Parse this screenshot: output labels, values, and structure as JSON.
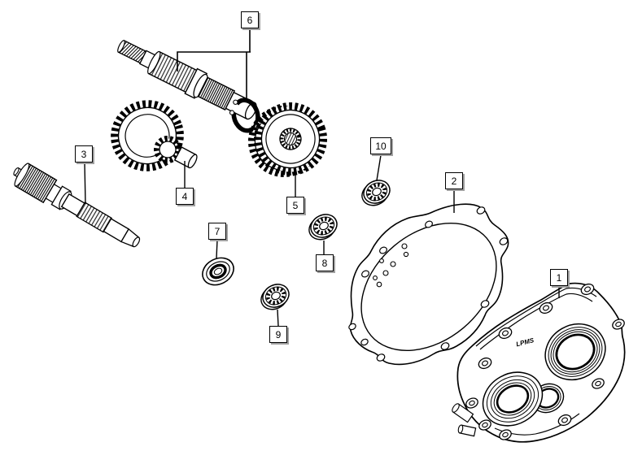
{
  "figure": {
    "type": "exploded-parts-diagram",
    "subject": "gearbox-transmission-case",
    "background_color": "#ffffff",
    "line_color": "#000000",
    "label_box": {
      "fill": "#ffffff",
      "border": "#000000",
      "shadow": "#a0a0a0",
      "text": "#000000"
    }
  },
  "cover": {
    "mark": "LPMS"
  },
  "callouts": [
    {
      "label": "1",
      "part": "gearbox-cover"
    },
    {
      "label": "2",
      "part": "cover-gasket"
    },
    {
      "label": "3",
      "part": "output-shaft"
    },
    {
      "label": "4",
      "part": "compound-gear"
    },
    {
      "label": "5",
      "part": "driven-gear-wheel"
    },
    {
      "label": "6",
      "part": "input-shaft-with-circlip"
    },
    {
      "label": "7",
      "part": "oil-seal"
    },
    {
      "label": "8",
      "part": "ball-bearing"
    },
    {
      "label": "9",
      "part": "ball-bearing"
    },
    {
      "label": "10",
      "part": "ball-bearing"
    }
  ]
}
